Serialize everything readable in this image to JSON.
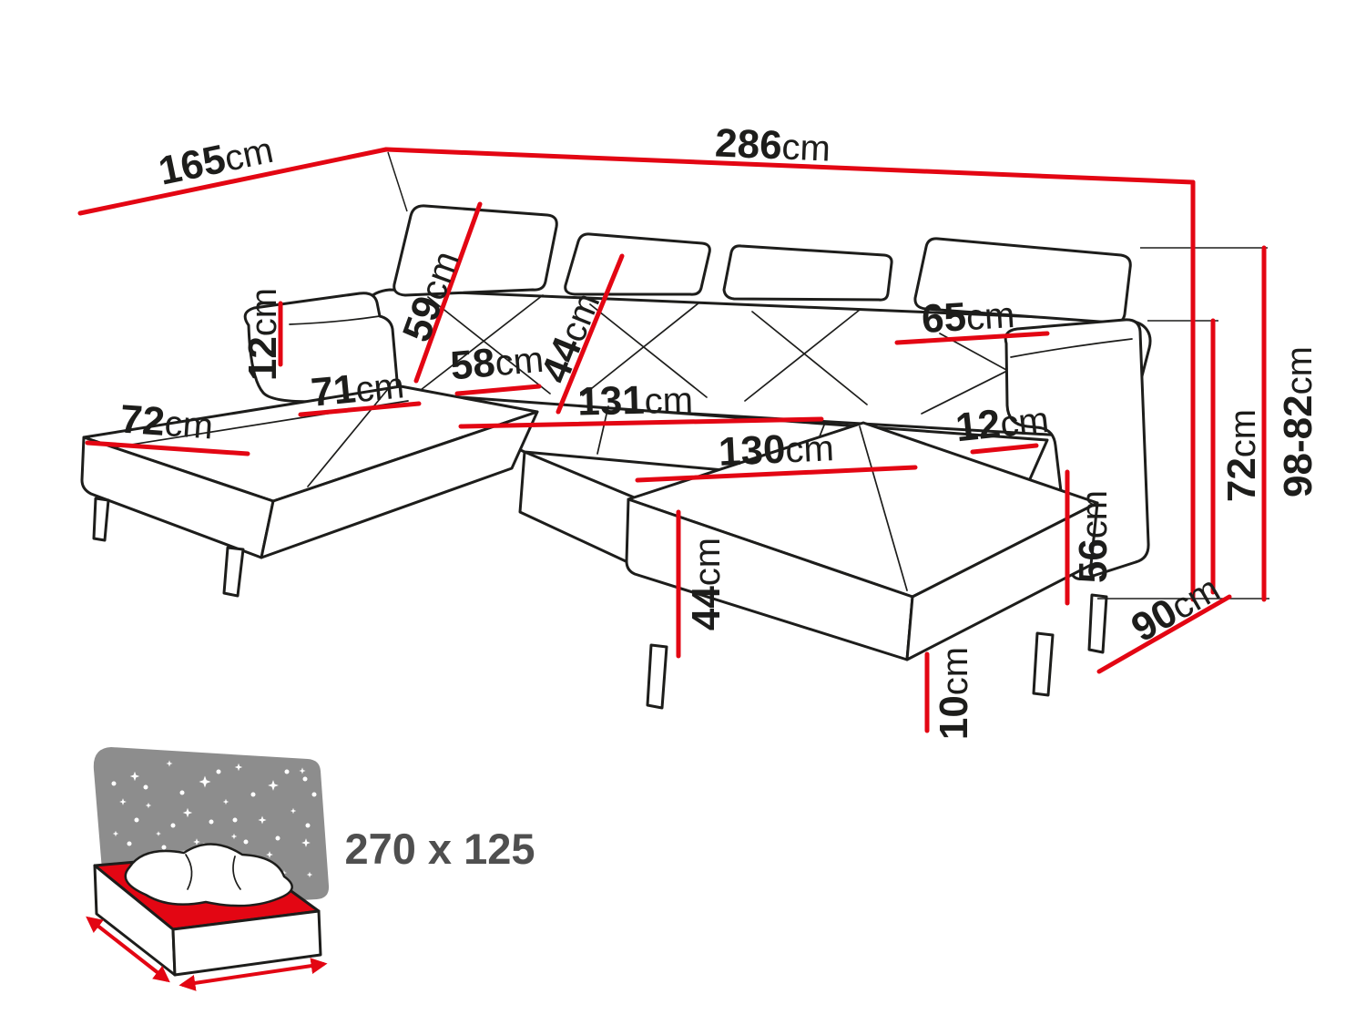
{
  "colors": {
    "dimension_red": "#e30613",
    "outline_black": "#1d1d1b",
    "icon_gray": "#8d8d8d",
    "sleeping_label_gray": "#4f4f4f",
    "background": "#ffffff"
  },
  "dimensions": {
    "depth_left": {
      "value": "165",
      "unit": "cm"
    },
    "width_total": {
      "value": "286",
      "unit": "cm"
    },
    "backrest_height_left": {
      "value": "59",
      "unit": "cm"
    },
    "armrest_width_left": {
      "value": "12",
      "unit": "cm"
    },
    "backrest_height_mid": {
      "value": "44",
      "unit": "cm"
    },
    "backrest_width_right": {
      "value": "65",
      "unit": "cm"
    },
    "seat_depth_mid": {
      "value": "58",
      "unit": "cm"
    },
    "chaise_length_left": {
      "value": "71",
      "unit": "cm"
    },
    "chaise_width_left": {
      "value": "72",
      "unit": "cm"
    },
    "seat_width_mid": {
      "value": "131",
      "unit": "cm"
    },
    "armrest_width_right": {
      "value": "12",
      "unit": "cm"
    },
    "chaise_length_right": {
      "value": "130",
      "unit": "cm"
    },
    "armrest_height_right": {
      "value": "56",
      "unit": "cm"
    },
    "seat_height_front": {
      "value": "44",
      "unit": "cm"
    },
    "leg_height": {
      "value": "10",
      "unit": "cm"
    },
    "backrest_height_right": {
      "value": "72",
      "unit": "cm"
    },
    "total_height_range": {
      "value": "98-82",
      "unit": "cm"
    },
    "depth_right": {
      "value": "90",
      "unit": "cm"
    }
  },
  "sleeping_area": {
    "label": "270 x 125",
    "icon": "sofa-bed-sleeping-area-icon"
  }
}
